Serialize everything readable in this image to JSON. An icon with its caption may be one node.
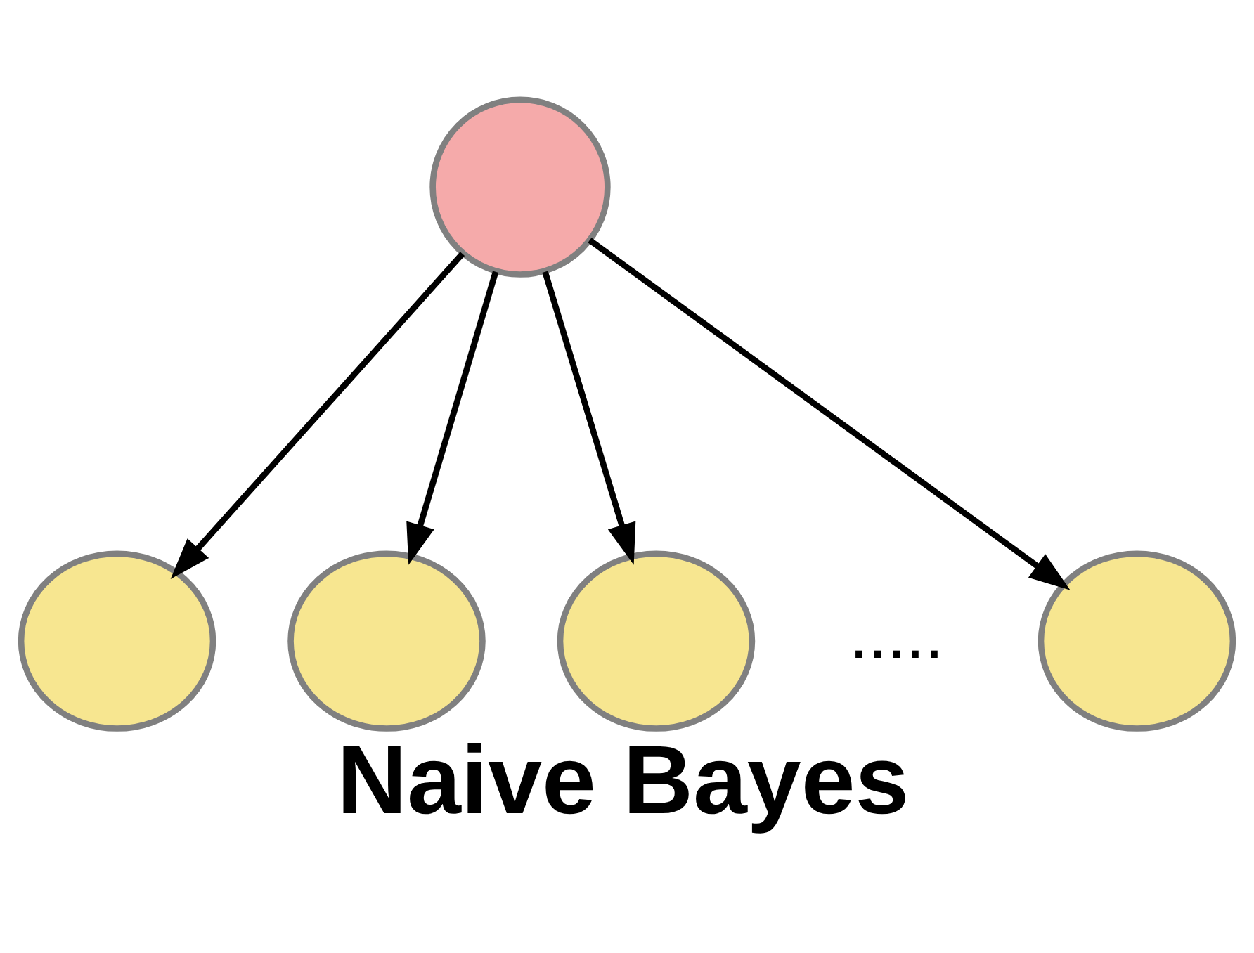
{
  "diagram": {
    "caption": "Naive Bayes",
    "nodes": [
      {
        "text": [],
        "shape": "circle"
      },
      {
        "text": [],
        "shape": "ellipse"
      },
      {
        "text": [],
        "shape": "ellipse"
      },
      {
        "text": [],
        "shape": "ellipse"
      },
      {
        "text": [],
        "shape": "ellipse"
      }
    ],
    "edges": [
      {
        "from": 0,
        "to": 1,
        "arrow": "to"
      },
      {
        "from": 0,
        "to": 2,
        "arrow": "to"
      },
      {
        "from": 0,
        "to": 3,
        "arrow": "to"
      },
      {
        "from": 0,
        "to": 4,
        "arrow": "to"
      }
    ],
    "labels": [
      "....."
    ]
  }
}
